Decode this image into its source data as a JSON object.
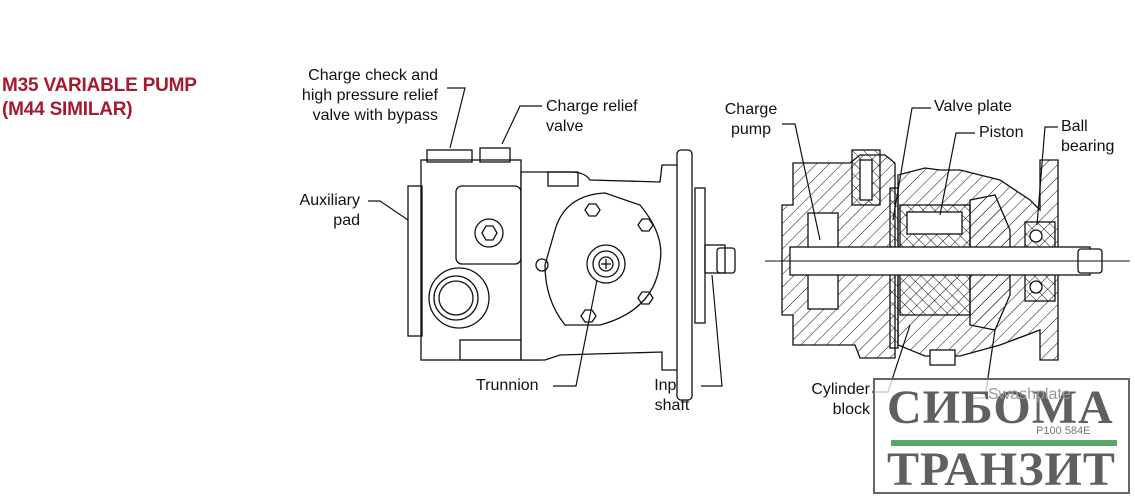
{
  "title": {
    "line1": "M35 VARIABLE PUMP",
    "line2": "(M44 SIMILAR)",
    "color": "#a6192e"
  },
  "external_view": {
    "labels": {
      "charge_check": [
        "Charge check and",
        "high pressure relief",
        "valve with bypass"
      ],
      "charge_relief": [
        "Charge relief",
        "valve"
      ],
      "auxiliary_pad": [
        "Auxiliary",
        "pad"
      ],
      "trunnion": [
        "Trunnion"
      ],
      "input_shaft": [
        "Input",
        "shaft"
      ]
    }
  },
  "section_view": {
    "labels": {
      "charge_pump": [
        "Charge",
        "pump"
      ],
      "valve_plate": [
        "Valve plate"
      ],
      "piston": [
        "Piston"
      ],
      "ball_bearing": [
        "Ball",
        "bearing"
      ],
      "cylinder_block": [
        "Cylinder",
        "block"
      ],
      "swashplate": [
        "Swashplate"
      ]
    }
  },
  "document_number": "P100 584E",
  "watermark": {
    "line1": "СИБОМА",
    "line2": "ТРАНЗИТ",
    "text_color": "#5f5f5f",
    "bar_color": "#5aa66e"
  }
}
